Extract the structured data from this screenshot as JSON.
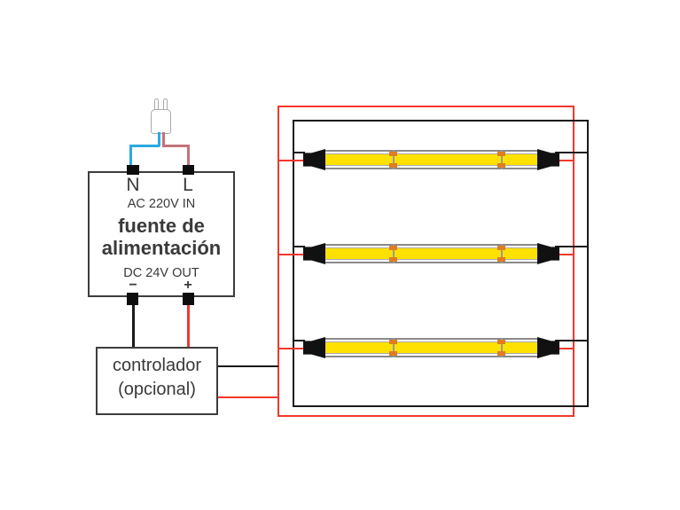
{
  "power_supply": {
    "terminal_n": "N",
    "terminal_l": "L",
    "input_label": "AC 220V IN",
    "name_line1": "fuente de",
    "name_line2": "alimentación",
    "output_label": "DC 24V OUT",
    "negative_label": "−",
    "positive_label": "+"
  },
  "controller": {
    "label_line1": "controlador",
    "label_line2": "(opcional)"
  },
  "led_strips": {
    "count": 3,
    "solder_pads_per_strip": 2
  },
  "colors": {
    "neutral_wire": "#2ba9e1",
    "live_wire": "#c3737a",
    "positive_bus": "#f2382c",
    "negative_bus": "#1a1a1a",
    "strip_body_color": "#ffe100",
    "solder_pad": "#df7d20",
    "strip_border": "#8a8a8a",
    "connector": "#111111",
    "box_border": "#3d3d3d",
    "text": "#3a3a3a"
  }
}
